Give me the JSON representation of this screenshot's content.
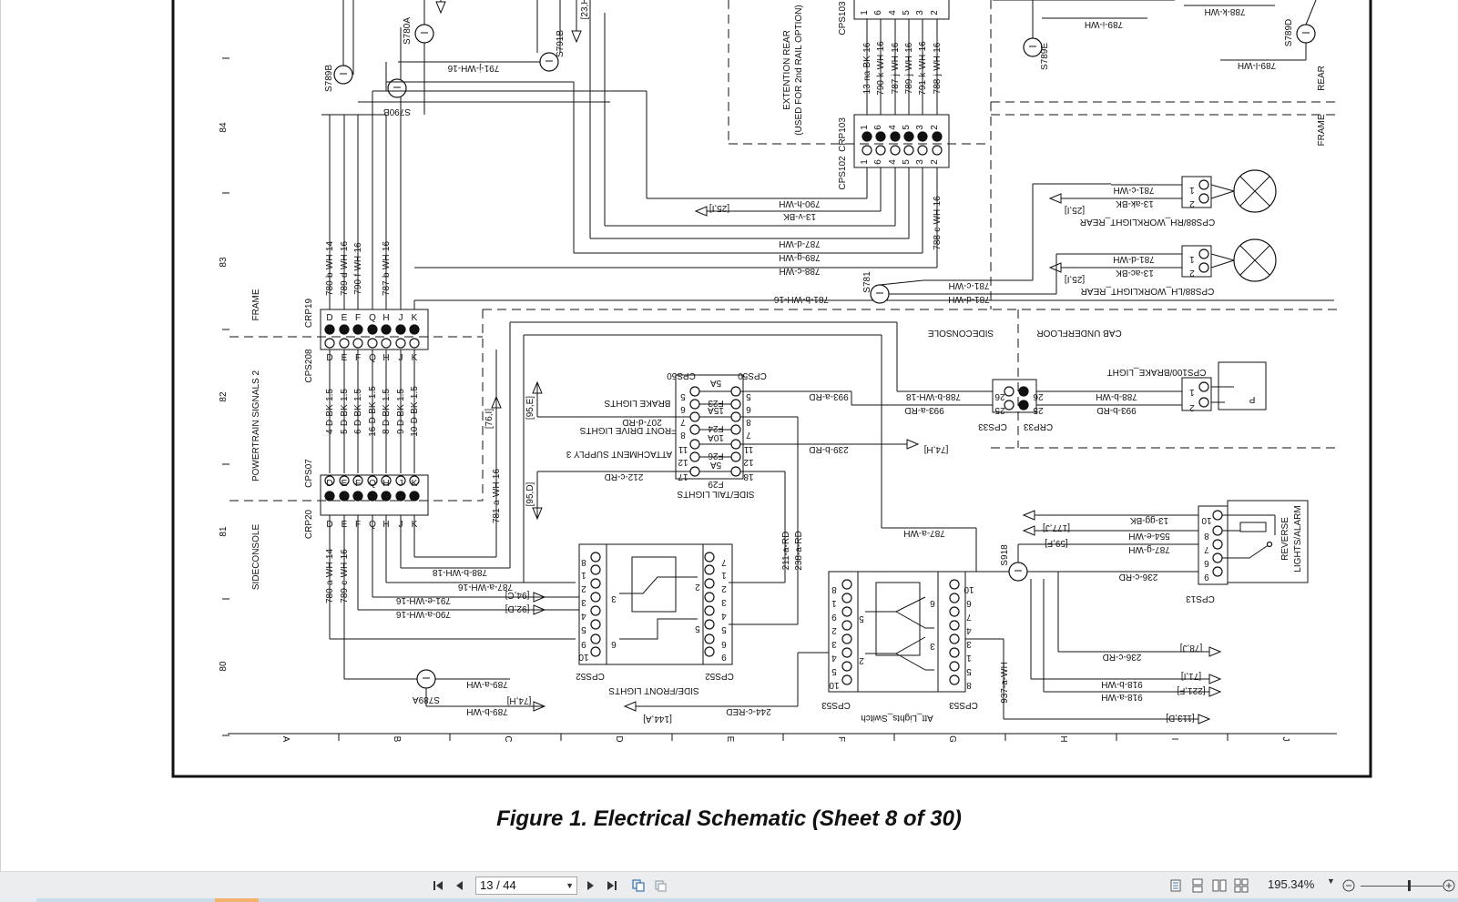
{
  "caption": "Figure 1. Electrical Schematic (Sheet 8 of 30)",
  "schematic": {
    "row_numbers": [
      "84",
      "83",
      "82",
      "81",
      "80"
    ],
    "col_letters": [
      "A",
      "B",
      "C",
      "D",
      "E",
      "F",
      "G",
      "H",
      "I",
      "J"
    ],
    "section_labels": {
      "frame_left": "FRAME",
      "powertrain": "POWERTRAIN SIGNALS 2",
      "sideconsole_left": "SIDECONSOLE",
      "extension_rear": "EXTENTION REAR",
      "extension_note": "(USED FOR 2nd RAIL OPTION)",
      "sideconsole_right": "SIDECONSOLE",
      "cab_underfloor": "CAB UNDERFLOOR",
      "rear": "REAR",
      "frame_right": "FRAME"
    },
    "connectors": {
      "crp19": "CRP19",
      "cps208": "CPS208",
      "cps07": "CPS07",
      "crp20": "CRP20",
      "crp103": "CRP103",
      "cps102": "CPS102",
      "cps103": "CPS103",
      "cps50_a": "CPS50",
      "cps50_b": "CPS50",
      "cps52_a": "CPS52",
      "cps52_b": "CPS52",
      "cps53_a": "CPS53",
      "cps53_b": "CPS53",
      "cps33": "CPS33",
      "crp33": "CRP33",
      "cps13": "CPS13"
    },
    "splices": {
      "s789b": "S789B",
      "s780a": "S780A",
      "s790b": "S790B",
      "s791b": "S791B",
      "s789e": "S789E",
      "s789d": "S789D",
      "s781": "S781",
      "s918": "S918",
      "s789a": "S789A"
    },
    "pins_left": [
      "D",
      "E",
      "F",
      "Q",
      "H",
      "J",
      "K"
    ],
    "pins_103": [
      "1",
      "6",
      "4",
      "5",
      "3",
      "2"
    ],
    "wires_top": [
      "780-b-WH-14",
      "789-d-WH-16",
      "790-f-WH-16",
      "787-b-WH-16"
    ],
    "wires_mid": [
      "4-D-BK-1.5",
      "5-D-BK-1.5",
      "6-D-BK-1.5",
      "16-D-BK-1.5",
      "8-D-BK-1.5",
      "9-D-BK-1.5",
      "10-D-BK-1.5"
    ],
    "wires_low": [
      "780-a-WH-14",
      "789-c-WH-16"
    ],
    "wire_781a": "781-a-WH-16",
    "wire_791j": "791-j-WH-16",
    "wires_103": [
      "13-na-BK-16",
      "790-k-WH-16",
      "787-j-WH-16",
      "789-j-WH-16",
      "791-k-WH-16",
      "788-j-WH-16"
    ],
    "wire_788c_vert": "788-c-WH-16",
    "wires_horiz_left": [
      {
        "label": "790-h-WH",
        "ref": "[25,I]"
      },
      {
        "label": "13-v-BK",
        "ref": ""
      },
      {
        "label": "787-d-WH",
        "ref": ""
      },
      {
        "label": "789-g-WH",
        "ref": ""
      },
      {
        "label": "788-c-WH",
        "ref": ""
      },
      {
        "label": "781-b-WH-16",
        "ref": ""
      }
    ],
    "wires_top_right": [
      "789-i-WH",
      "788-k-WH",
      "789-l-WH"
    ],
    "worklight_rh": {
      "name": "CPS88/RH_WORKLIGHT_REAR",
      "w1": "781-c-WH",
      "w2": "13-ak-BK",
      "ref": "[25,I]"
    },
    "worklight_lh": {
      "name": "CPS88/LH_WORKLIGHT_REAR",
      "w1": "781-d-WH",
      "w2": "13-ac-BK",
      "ref": "[25,I]"
    },
    "s781_wires": [
      "781-c-WH",
      "781-d-WH"
    ],
    "brake_light": {
      "name": "CPS100/BRAKE_LIGHT",
      "w1": "788-b-WH",
      "w2": "993-b-RD"
    },
    "cps33_wires": [
      "788-b-WH-18",
      "993-a-RD"
    ],
    "fuse_block": {
      "title": "SIDE/TAIL LIGHTS",
      "fuses": [
        "F23",
        "F24",
        "F26",
        "F29"
      ],
      "amps": [
        "5A",
        "15A",
        "10A",
        "5A"
      ],
      "left_pins": [
        "5",
        "6",
        "7",
        "8",
        "11",
        "12",
        "17"
      ],
      "right_pins": [
        "5",
        "6",
        "8",
        "7",
        "11",
        "12",
        "18"
      ]
    },
    "fuse_labels": {
      "brake": "BRAKE LIGHTS",
      "front_drive": "FRONT DRIVE LIGHTS",
      "attachment": "ATTACHMENT SUPPLY 3"
    },
    "fuse_wires": {
      "w993": "993-a-RD",
      "w207": "207-d-RD",
      "w239": "239-b-RD",
      "w239_ref": "[74,H]",
      "w212": "212-c-RD"
    },
    "refs_vertical": {
      "r95e": "[95,E]",
      "r76i": "[76,I]",
      "r95d": "[95,D]"
    },
    "side_front": {
      "title": "SIDE/FRONT LIGHTS",
      "wires": [
        "788-b-WH-18",
        "787-a-WH-16",
        "791-e-WH-16",
        "790-a-WH-16"
      ],
      "refs": [
        "[94,C]",
        "[92,D]"
      ],
      "pins_left": [
        "8",
        "1",
        "2",
        "3",
        "4",
        "5",
        "9",
        "10"
      ],
      "pins_right": [
        "7",
        "1",
        "2",
        "3",
        "4",
        "5",
        "6",
        "9",
        "10"
      ],
      "inner": [
        "3",
        "6",
        "2",
        "5"
      ]
    },
    "vert_rd": [
      "211-a-RD",
      "238-a-RD"
    ],
    "att_switch": {
      "title": "Att_Lights_Switch",
      "wire_top": "787-a-WH",
      "wire_bottom": "244-c-RED",
      "ref_bottom": "[144,A]",
      "wire_vert": "937-a-WH",
      "ref_vert": "[113,D]",
      "pins_left": [
        "8",
        "1",
        "9",
        "2",
        "3",
        "4",
        "5",
        "10"
      ],
      "pins_right": [
        "10",
        "6",
        "7",
        "4",
        "3",
        "1",
        "5",
        "8"
      ],
      "inner": [
        "5",
        "2",
        "6",
        "3"
      ]
    },
    "s789a_wires": [
      {
        "label": "789-a-WH",
        "ref": ""
      },
      {
        "label": "789-b-WH",
        "ref": "[74,H]"
      }
    ],
    "reverse": {
      "title": "REVERSE",
      "title2": "LIGHTS/ALARM",
      "wires": [
        {
          "label": "13-gg-BK",
          "ref": "[177,J]"
        },
        {
          "label": "554-e-WH",
          "ref": "[59,F]"
        },
        {
          "label": "787-g-WH",
          "ref": ""
        },
        {
          "label": "236-c-RD",
          "ref": ""
        }
      ],
      "pins": [
        "10",
        "8",
        "7",
        "6",
        "9"
      ]
    },
    "s918_wires": [
      {
        "label": "236-c-RD",
        "ref": "[78,J]"
      },
      {
        "label": "918-b-WH",
        "ref": "[71,I]"
      },
      {
        "label": "918-a-WH",
        "ref": "[221,F]"
      }
    ],
    "top_refs": [
      "[23,H]"
    ]
  },
  "toolbar": {
    "page_value": "13 / 44",
    "zoom_value": "195.34%",
    "icons": [
      "first-page-icon",
      "previous-page-icon",
      "next-page-icon",
      "last-page-icon",
      "copy-icon",
      "paste-icon",
      "single-page-icon",
      "continuous-icon",
      "two-page-icon",
      "two-page-continuous-icon",
      "zoom-out-icon",
      "zoom-in-icon"
    ]
  }
}
